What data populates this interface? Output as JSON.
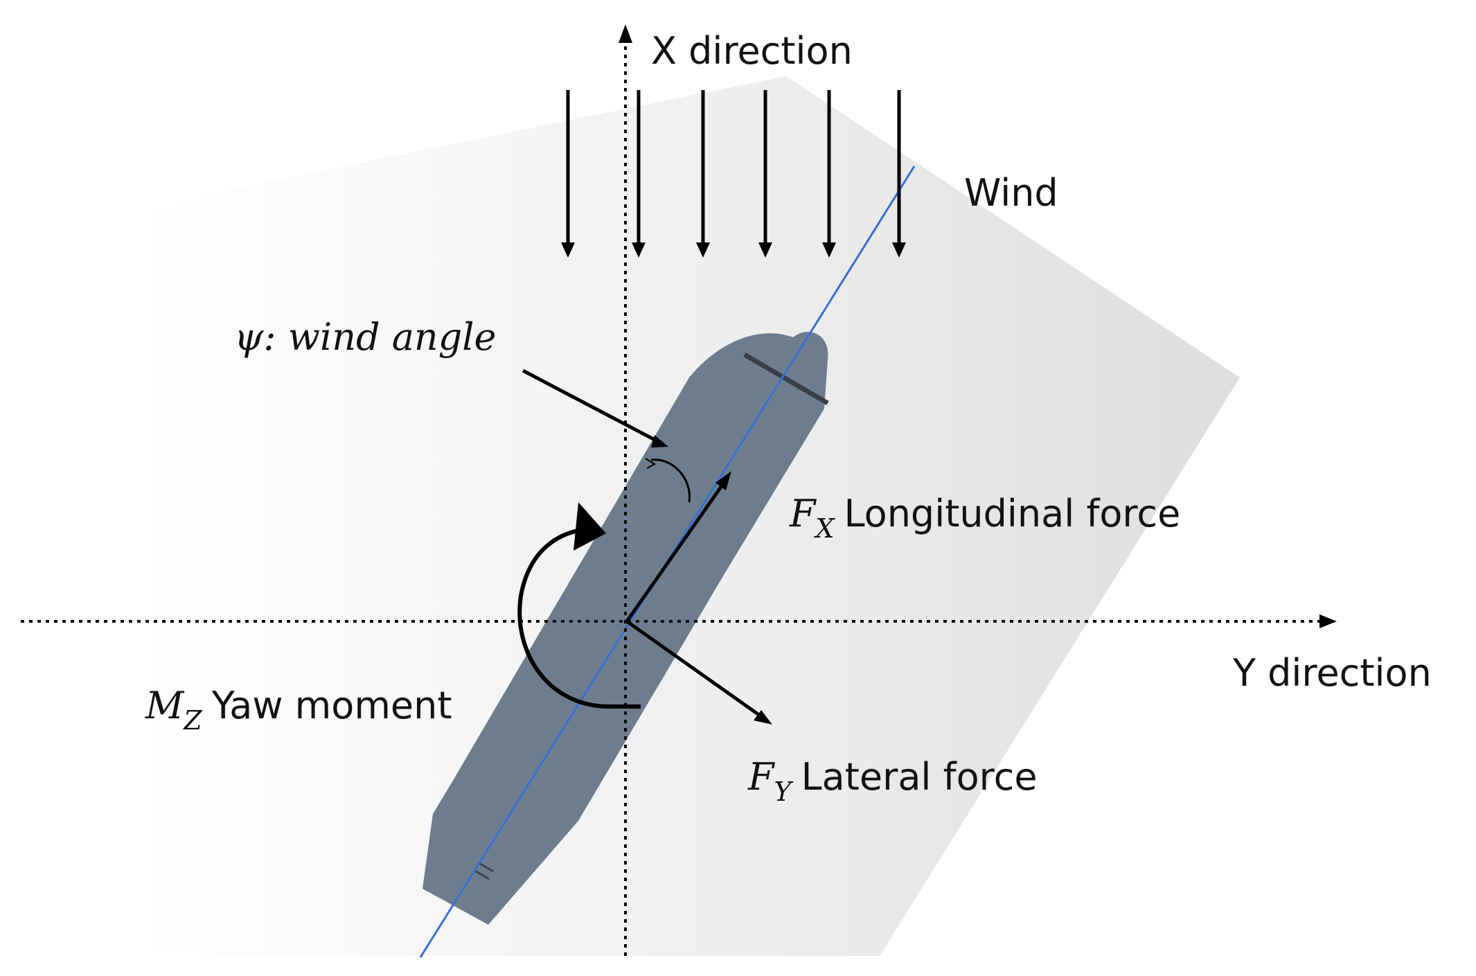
{
  "labels": {
    "x_direction": "X direction",
    "y_direction": "Y direction",
    "wind": "Wind",
    "wind_angle_symbol": "ψ",
    "wind_angle_text": ": wind angle",
    "fx_symbol": "F",
    "fx_sub": "X",
    "fx_text": "Longitudinal force",
    "fy_symbol": "F",
    "fy_sub": "Y",
    "fy_text": "Lateral force",
    "mz_symbol": "M",
    "mz_sub": "Z",
    "mz_text": "Yaw moment"
  },
  "colors": {
    "ship_hull": "#6e7d8e",
    "centerline": "#3a6fd0",
    "arrows": "#000000",
    "shadow_plane": "#e6e6e6"
  },
  "icons": {
    "wind_arrows": "down-arrow",
    "yaw_moment": "curved-arrow",
    "ship": "ship-hull-top-view"
  }
}
